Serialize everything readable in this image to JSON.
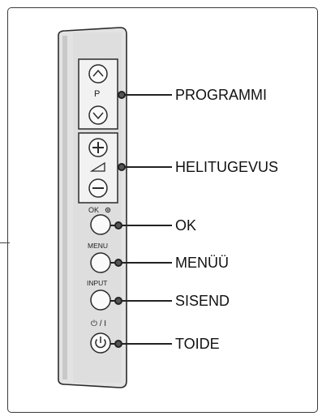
{
  "labels": {
    "program": "PROGRAMMI",
    "volume": "HELITUGEVUS",
    "ok": "OK",
    "menu": "MENÜÜ",
    "input": "SISEND",
    "power": "TOIDE"
  },
  "button_marks": {
    "program_letter": "P",
    "ok_mark": "OK",
    "menu_mark": "MENU",
    "input_mark": "INPUT",
    "power_mark": "⏻ / I"
  },
  "colors": {
    "panel_fill": "#e3e3e3",
    "panel_edge": "#c9c9c9",
    "outline": "#2a2a2a",
    "leader": "#222222"
  }
}
